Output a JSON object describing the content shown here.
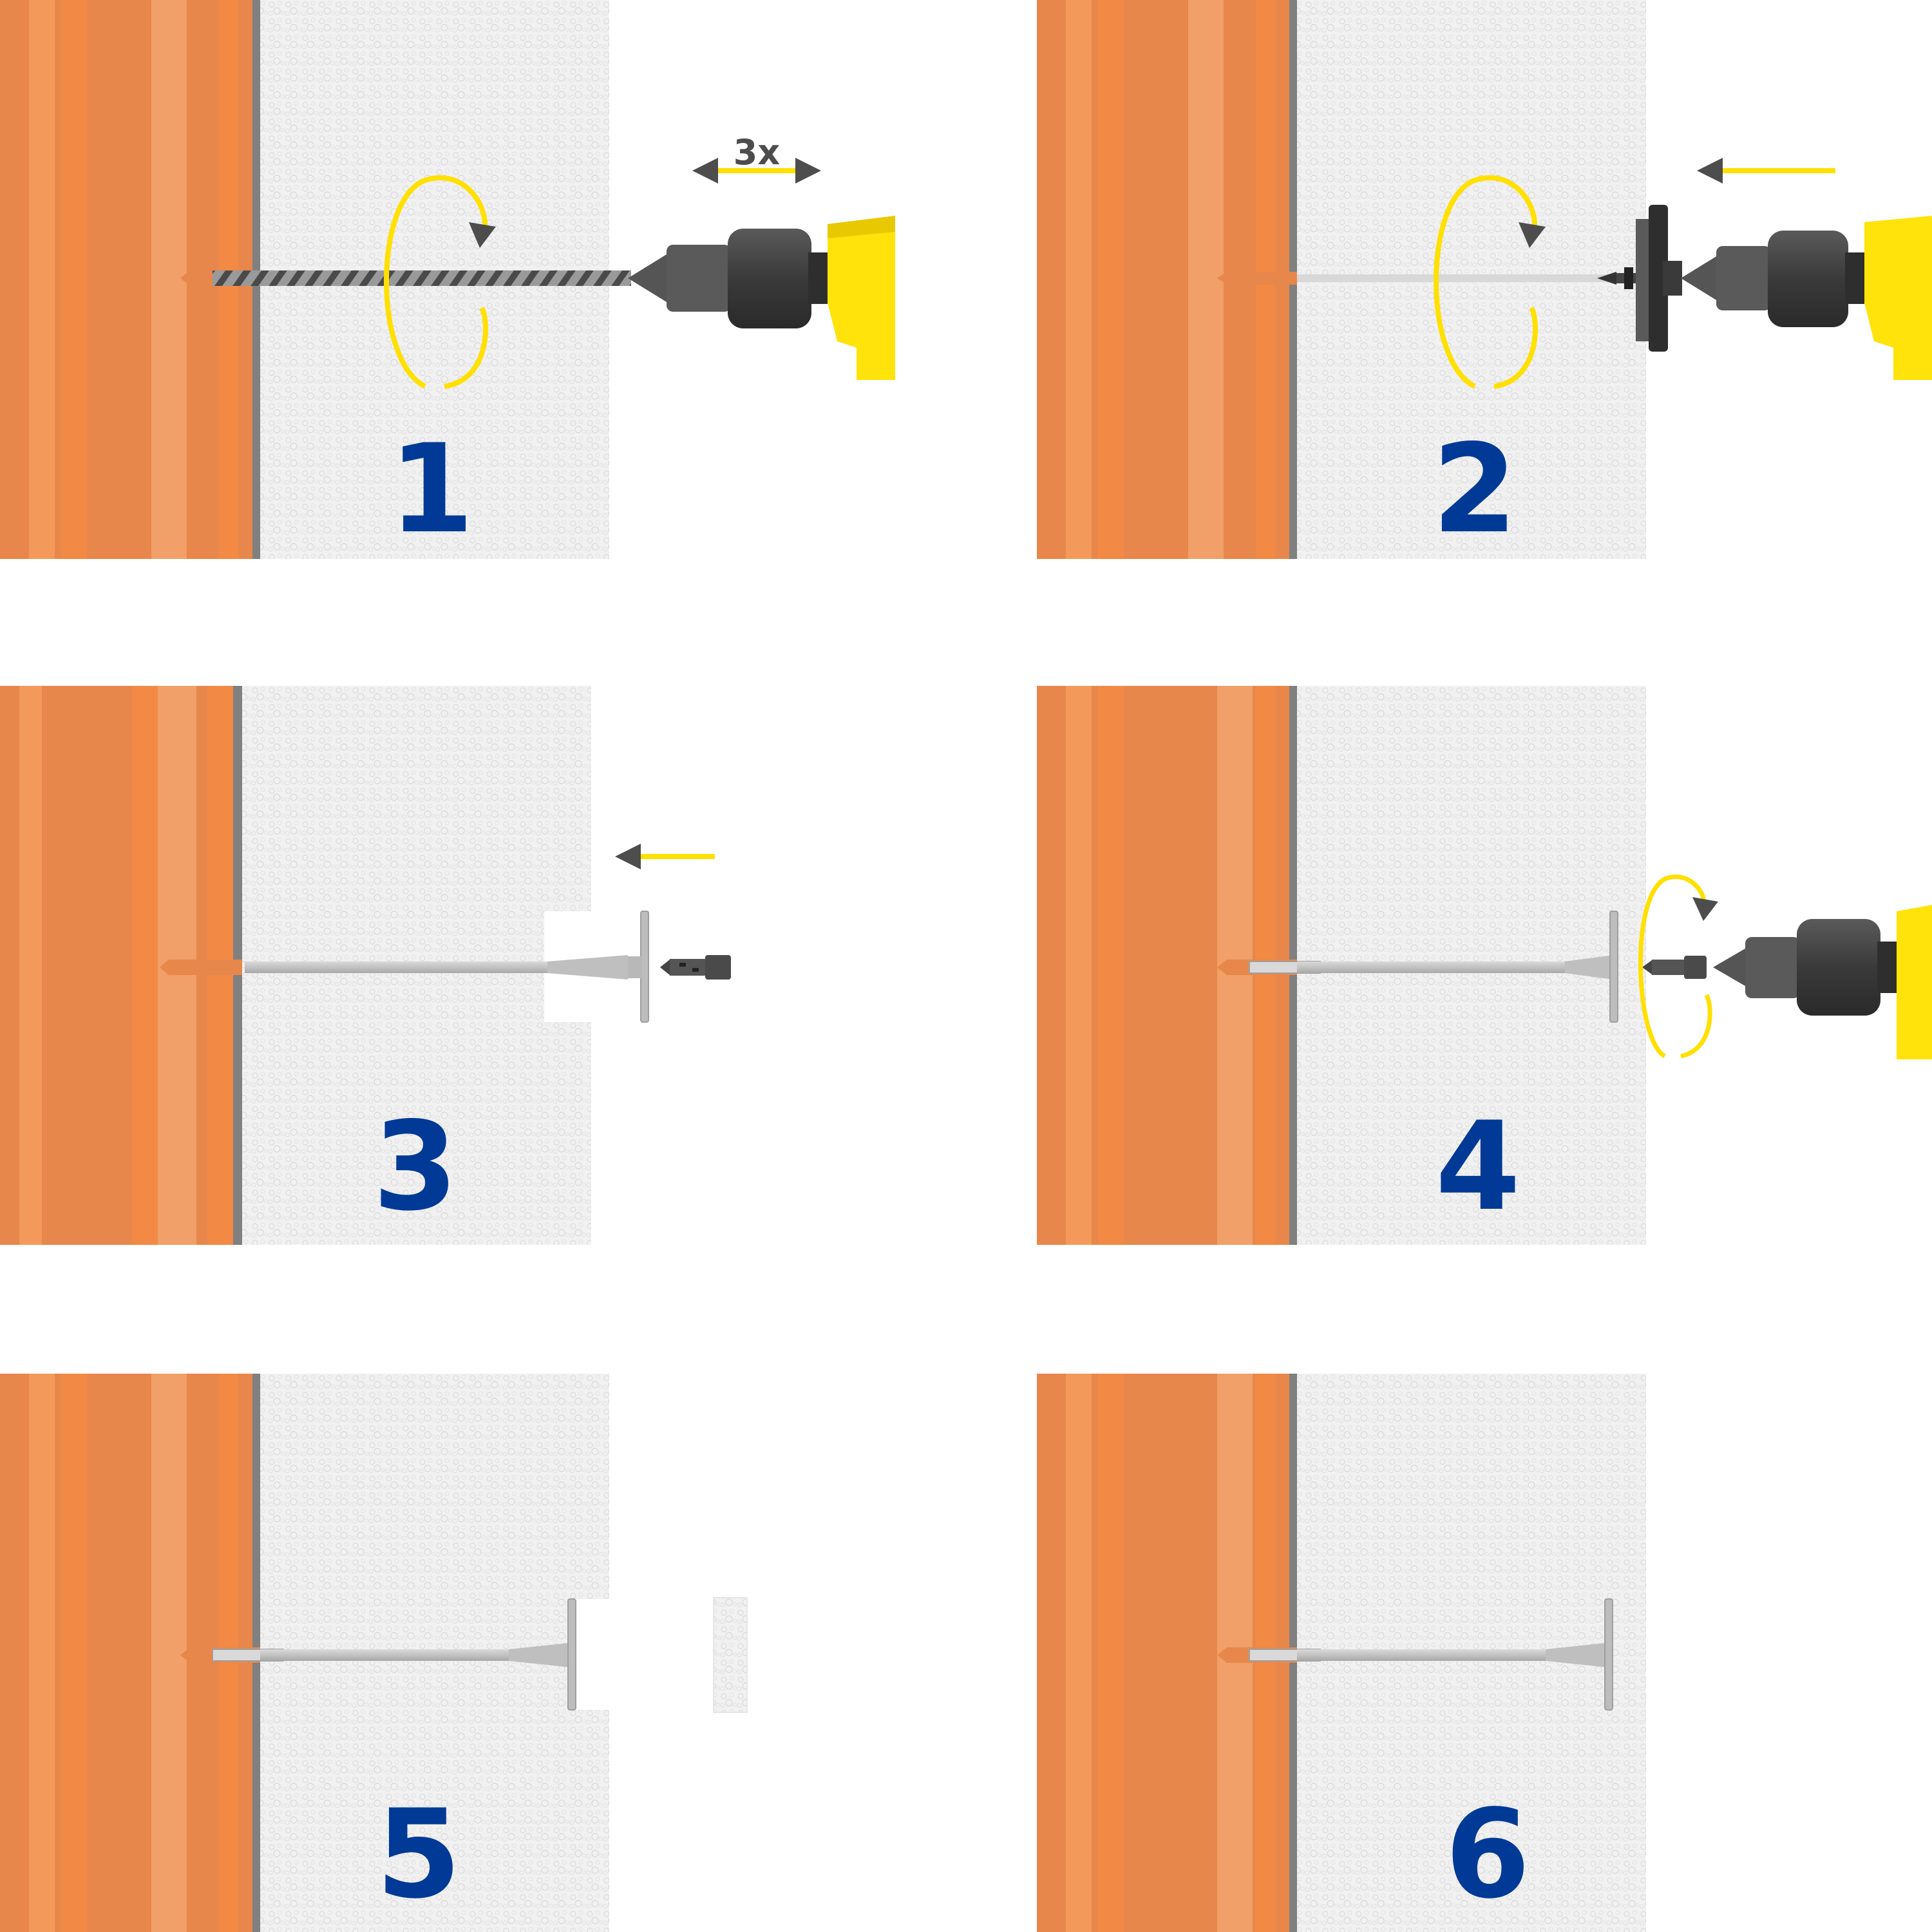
{
  "steps": [
    {
      "number": "1",
      "action": "drill",
      "repeat_label": "3x"
    },
    {
      "number": "2",
      "action": "countersink"
    },
    {
      "number": "3",
      "action": "insert-anchor"
    },
    {
      "number": "4",
      "action": "screw-in"
    },
    {
      "number": "5",
      "action": "insert-cap"
    },
    {
      "number": "6",
      "action": "finished"
    }
  ],
  "colors": {
    "wall_orange": "#E8874B",
    "wall_orange_light": "#F39A5A",
    "insulation": "#F1F1F1",
    "number_blue": "#003A96",
    "arrow_yellow": "#FFE000",
    "tool_yellow": "#FFE30A",
    "tool_dark": "#3A3A3A",
    "arrow_dark": "#4D4D4D",
    "anchor_gray": "#BFBFBF"
  },
  "icons": {
    "rotation": "rotation-arrow-icon",
    "push": "push-left-arrow-icon",
    "back_and_forth": "double-arrow-icon",
    "drill": "drill-icon"
  }
}
